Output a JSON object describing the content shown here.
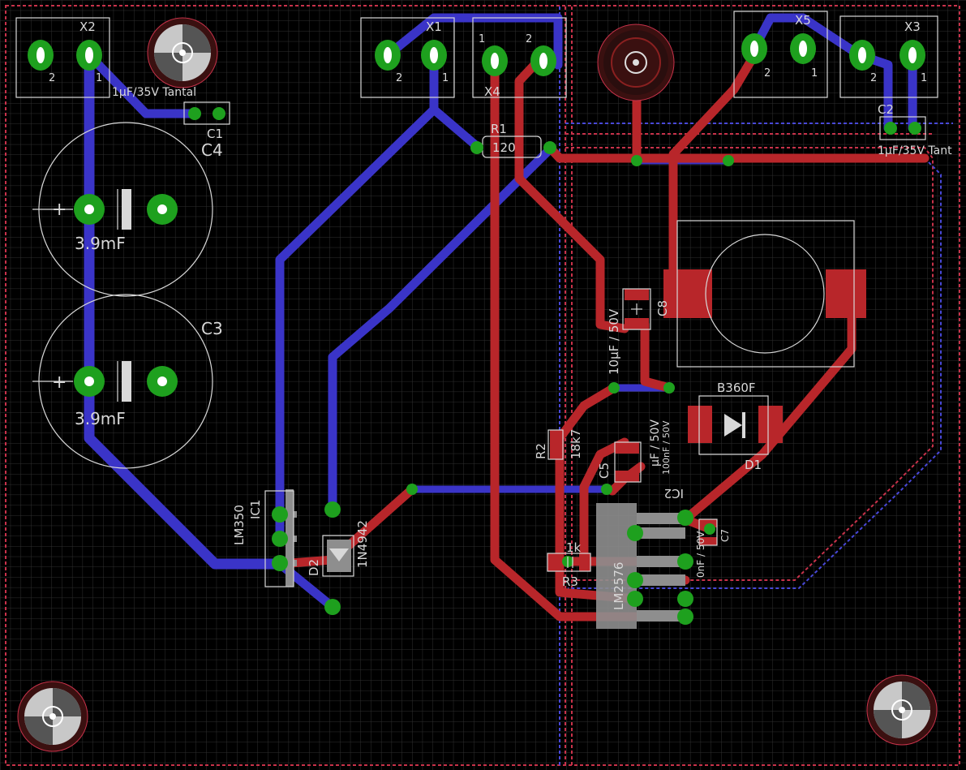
{
  "colors": {
    "background": "#000000",
    "grid": "#2f2f2f",
    "top_copper": "#b8262a",
    "bottom_copper": "#3a34c8",
    "pad": "#1ea01e",
    "silk": "#d8d8d8",
    "outline_red": "#c8324a",
    "outline_blue": "#4848d8"
  },
  "labels": {
    "x2": "X2",
    "x1": "X1",
    "x4": "X4",
    "x5": "X5",
    "x3": "X3",
    "pin1": "1",
    "pin2": "2",
    "c1": "C1",
    "c1_value": "1µF/35V Tantal",
    "c2": "C2",
    "c2_value": "1µF/35V Tant",
    "c4": "C4",
    "c4_value": "3.9mF",
    "c3": "C3",
    "c3_value": "3.9mF",
    "r1": "R1",
    "r1_value": "120",
    "c8": "C8",
    "c8_value": "10µF / 50V",
    "b360f": "B360F",
    "d1": "D1",
    "r2": "R2",
    "r2_value": "18k7",
    "c5": "C5",
    "c5_value": "µF / 50V",
    "c6_value": "100nF / 50V",
    "ic2": "IC2",
    "ic2_part": "LM2576",
    "c7": "C7",
    "c7_value": "0nF / 50V",
    "r3": "R3",
    "r3_value": "1k",
    "ic1": "IC1",
    "ic1_part": "LM350",
    "d2": "D2",
    "d2_part": "1N4942",
    "plus": "+"
  }
}
